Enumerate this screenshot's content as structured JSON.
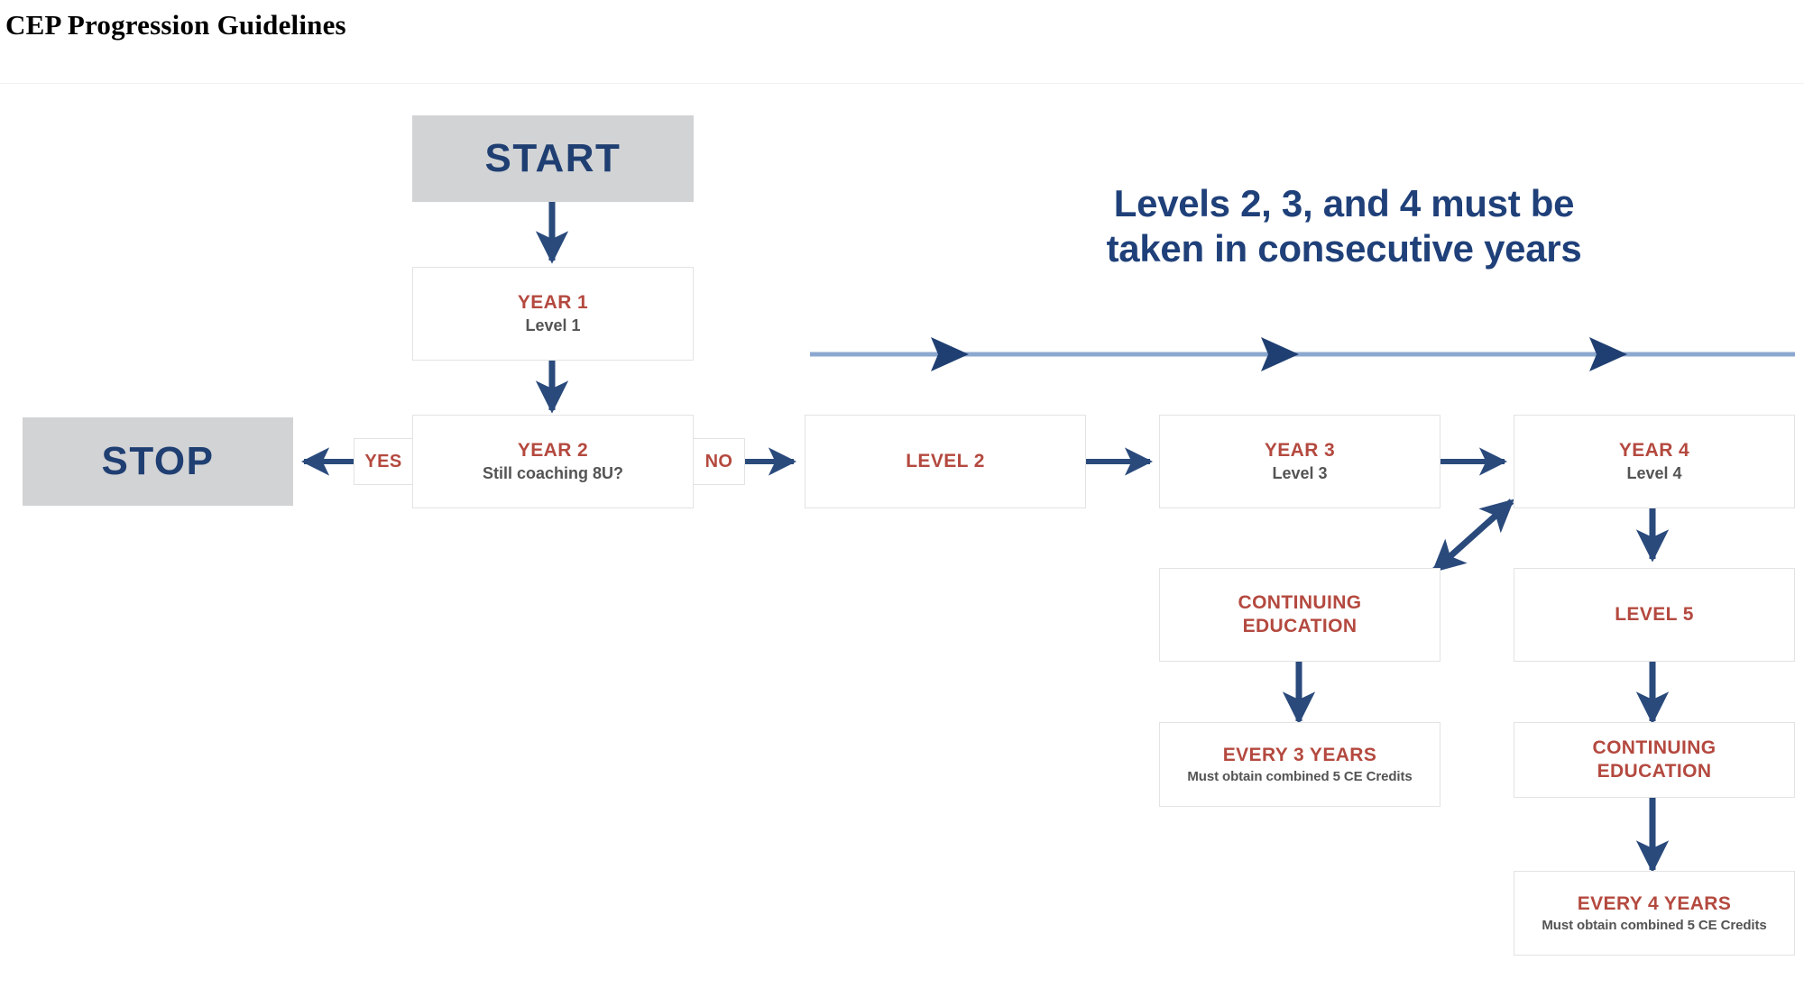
{
  "page": {
    "title": "CEP Progression Guidelines"
  },
  "diagram": {
    "note": {
      "line1": "Levels 2, 3, and 4 must be",
      "line2": "taken in consecutive years"
    },
    "colors": {
      "accent_red": "#b4493f",
      "accent_navy": "#1f3f72",
      "arrow_navy": "#2a4a7c",
      "timeline_blue": "#8ca8cf",
      "terminal_gray": "#d2d3d5",
      "box_border": "#e3e3e3",
      "subtext_gray": "#545454"
    },
    "nodes": {
      "start": {
        "label": "START"
      },
      "stop": {
        "label": "STOP"
      },
      "year1": {
        "title": "YEAR 1",
        "subtitle": "Level 1"
      },
      "year2": {
        "title": "YEAR 2",
        "subtitle": "Still coaching 8U?"
      },
      "level2": {
        "title": "LEVEL 2"
      },
      "year3": {
        "title": "YEAR 3",
        "subtitle": "Level 3"
      },
      "year4": {
        "title": "YEAR 4",
        "subtitle": "Level 4"
      },
      "ce_left": {
        "title_line1": "CONTINUING",
        "title_line2": "EDUCATION"
      },
      "every3": {
        "title": "EVERY 3 YEARS",
        "subtitle": "Must obtain combined 5 CE Credits"
      },
      "level5": {
        "title": "LEVEL 5"
      },
      "ce_right": {
        "title_line1": "CONTINUING",
        "title_line2": "EDUCATION"
      },
      "every4": {
        "title": "EVERY 4 YEARS",
        "subtitle": "Must obtain combined 5 CE Credits"
      }
    },
    "edge_labels": {
      "yes": "YES",
      "no": "NO"
    }
  }
}
